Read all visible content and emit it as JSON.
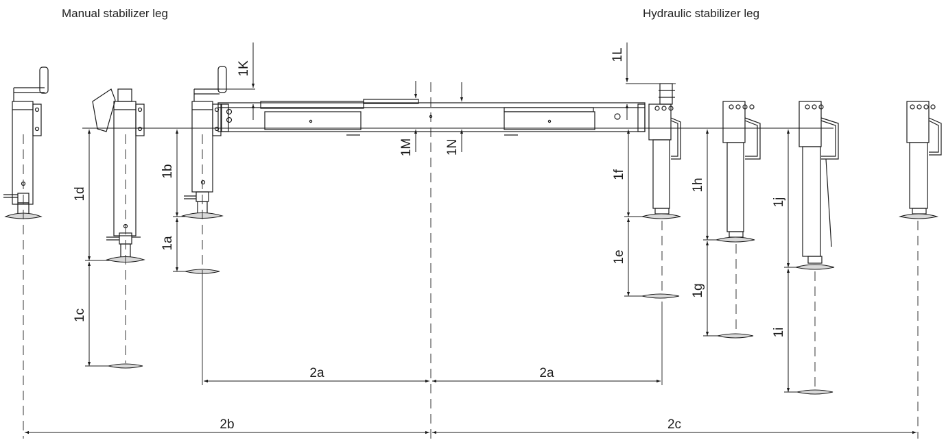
{
  "headings": {
    "manual": "Manual stabilizer leg",
    "hydraulic": "Hydraulic stabilizer leg"
  },
  "labels": {
    "d1K": "1K",
    "d1L": "1L",
    "d1M": "1M",
    "d1N": "1N",
    "d1a": "1a",
    "d1b": "1b",
    "d1c": "1c",
    "d1d": "1d",
    "d1e": "1e",
    "d1f": "1f",
    "d1g": "1g",
    "d1h": "1h",
    "d1i": "1i",
    "d1j": "1j",
    "d2a_left": "2a",
    "d2a_right": "2a",
    "d2b": "2b",
    "d2c": "2c"
  }
}
